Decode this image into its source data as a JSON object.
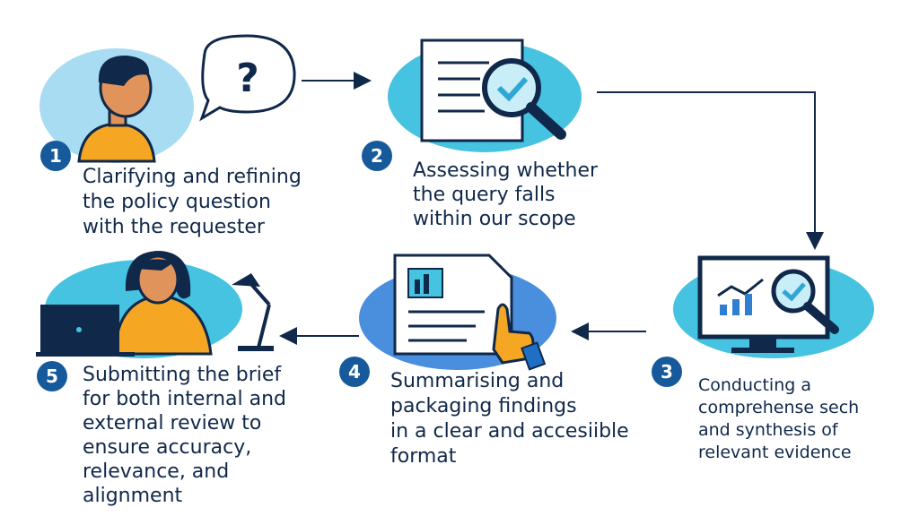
{
  "colors": {
    "text": "#10284a",
    "badge": "#175a9c",
    "cyan": "#46c3e0",
    "light_blue": "#a8dcf2",
    "blue": "#4a8fde",
    "skin": "#f5a623"
  },
  "speech_bubble": {
    "symbol": "?"
  },
  "steps": [
    {
      "number": "1",
      "text": "Clarifying and refining\nthe policy question\nwith the requester",
      "icon": "person-question-icon"
    },
    {
      "number": "2",
      "text": "Assessing whether\nthe query falls\nwithin our scope",
      "icon": "document-magnifier-check-icon"
    },
    {
      "number": "3",
      "text": "Conducting a\ncomprehense sech\nand synthesis of\nrelevant evidence",
      "icon": "monitor-chart-magnifier-icon"
    },
    {
      "number": "4",
      "text": "Summarising and\npackaging findings\nin a clear and accesiible\nformat",
      "icon": "report-document-hand-icon"
    },
    {
      "number": "5",
      "text": "Submitting the brief\nfor both internal and\nexternal review to\nensure accuracy,\nrelevance, and\nalignment",
      "icon": "woman-laptop-phone-icon"
    }
  ]
}
